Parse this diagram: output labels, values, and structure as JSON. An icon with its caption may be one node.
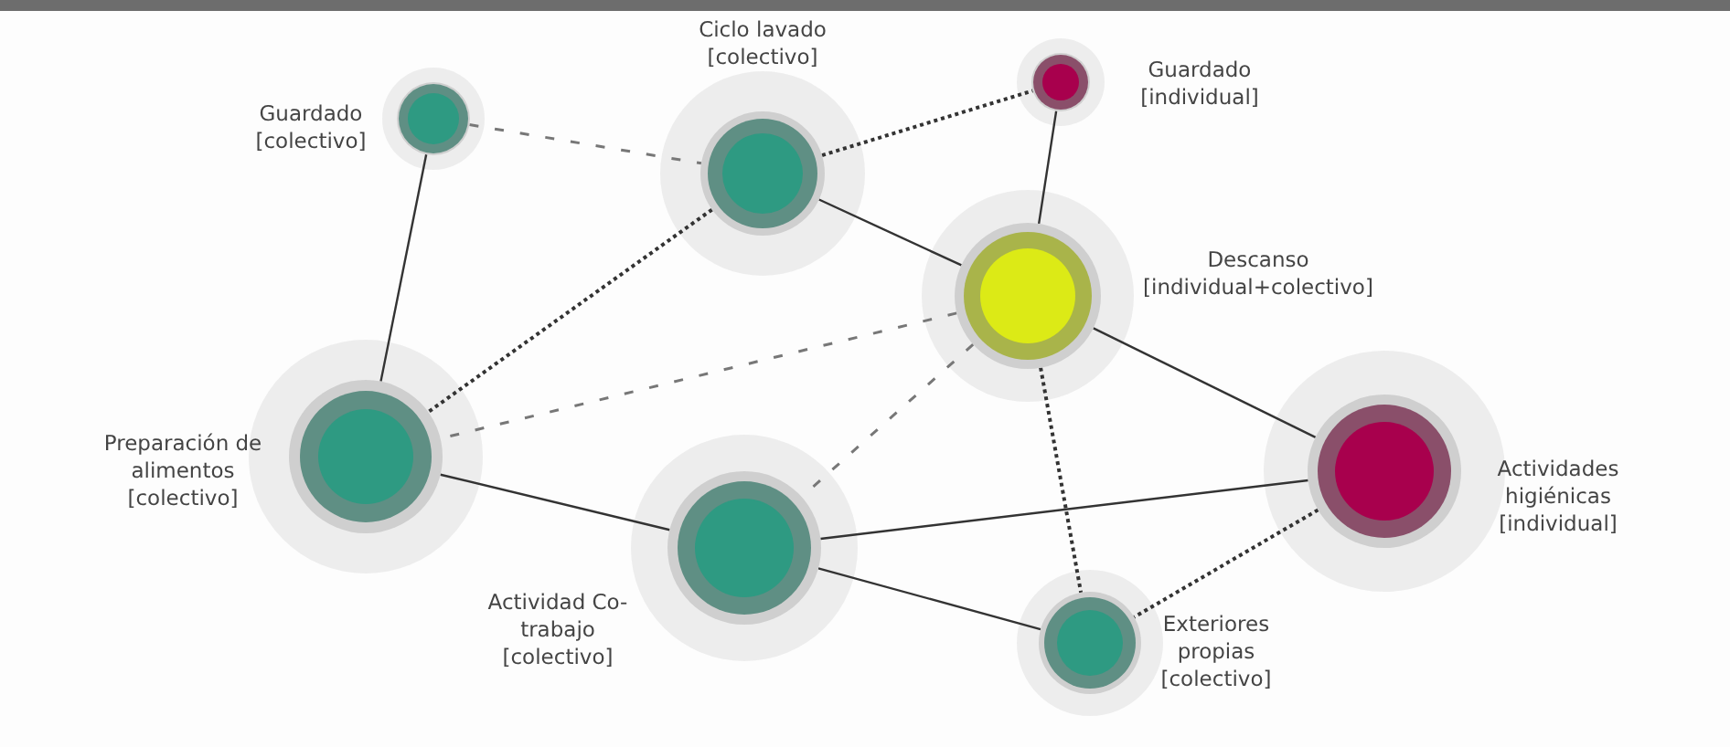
{
  "diagram": {
    "nodes": [
      {
        "text": [],
        "shape": "circle",
        "beside": [
          "Guardado [colectivo]"
        ]
      },
      {
        "text": [],
        "shape": "circle",
        "beside": [
          "Ciclo lavado [colectivo]"
        ]
      },
      {
        "text": [],
        "shape": "circle",
        "beside": [
          "Guardado [individual]"
        ]
      },
      {
        "text": [],
        "shape": "circle",
        "beside": [
          "Descanso [individual+colectivo]"
        ]
      },
      {
        "text": [],
        "shape": "circle",
        "beside": [
          "Preparación de alimentos [colectivo]"
        ]
      },
      {
        "text": [],
        "shape": "circle",
        "beside": [
          "Actividad Co-trabajo [colectivo]"
        ]
      },
      {
        "text": [],
        "shape": "circle",
        "beside": [
          "Actividades higiénicas [individual]"
        ]
      },
      {
        "text": [],
        "shape": "circle",
        "beside": [
          "Exteriores propias [colectivo]"
        ]
      }
    ],
    "edges": [
      {
        "from": 0,
        "to": 1,
        "arrow": "none",
        "style": "dashed",
        "color": "#777777"
      },
      {
        "from": 0,
        "to": 4,
        "arrow": "none"
      },
      {
        "from": 1,
        "to": 2,
        "arrow": "none",
        "style": "dashed"
      },
      {
        "from": 1,
        "to": 3,
        "arrow": "none"
      },
      {
        "from": 1,
        "to": 4,
        "arrow": "none",
        "style": "dashed"
      },
      {
        "from": 2,
        "to": 3,
        "arrow": "none"
      },
      {
        "from": 3,
        "to": 4,
        "arrow": "none",
        "style": "dashed",
        "color": "#777777"
      },
      {
        "from": 3,
        "to": 5,
        "arrow": "none",
        "style": "dashed",
        "color": "#777777"
      },
      {
        "from": 3,
        "to": 6,
        "arrow": "none"
      },
      {
        "from": 3,
        "to": 7,
        "arrow": "none",
        "style": "dashed"
      },
      {
        "from": 4,
        "to": 5,
        "arrow": "none"
      },
      {
        "from": 5,
        "to": 6,
        "arrow": "none"
      },
      {
        "from": 5,
        "to": 7,
        "arrow": "none"
      },
      {
        "from": 6,
        "to": 7,
        "arrow": "none",
        "style": "dashed"
      }
    ]
  }
}
